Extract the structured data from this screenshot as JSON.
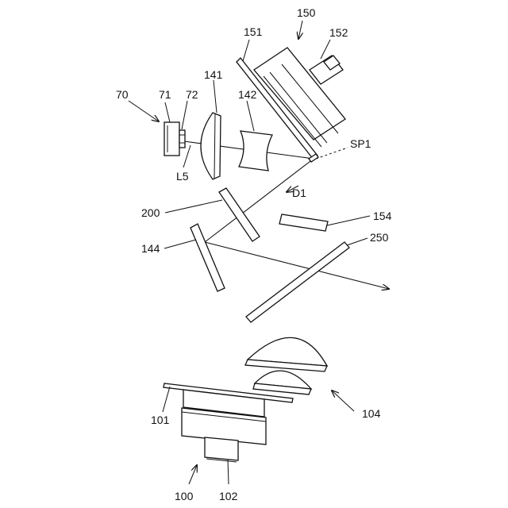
{
  "labels": {
    "l150": "150",
    "l151": "151",
    "l152": "152",
    "l70": "70",
    "l71": "71",
    "l72": "72",
    "l141": "141",
    "l142": "142",
    "sp1": "SP1",
    "l5": "L5",
    "d1": "D1",
    "l200": "200",
    "l154": "154",
    "l144": "144",
    "l250": "250",
    "l104": "104",
    "l101": "101",
    "l100": "100",
    "l102": "102"
  }
}
